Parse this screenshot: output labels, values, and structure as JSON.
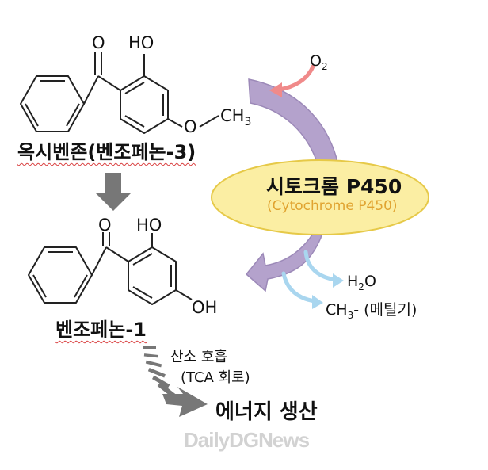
{
  "compound1": {
    "name": "옥시벤존(벤조페논-3)",
    "atom_o": "O",
    "atom_ho": "HO",
    "atom_o2": "O",
    "atom_ch": "CH",
    "atom_ch_sub": "3"
  },
  "compound2": {
    "name": "벤조페논-1",
    "atom_o": "O",
    "atom_ho": "HO",
    "atom_oh": "OH"
  },
  "enzyme": {
    "name": "시토크롬 P450",
    "subtitle": "(Cytochrome P450)"
  },
  "o2_label": {
    "main": "O",
    "sub": "2"
  },
  "water_label": {
    "h": "H",
    "sub": "2",
    "o": "O"
  },
  "methyl_label": {
    "main": "CH",
    "sub": "3",
    "rest": "- (메틸기)"
  },
  "respiration": {
    "line1": "산소 호흡",
    "line2": "(TCA 회로)"
  },
  "energy": "에너지 생산",
  "watermark": "DailyDGNews",
  "colors": {
    "enzyme_fill": "#fbeea3",
    "enzyme_stroke": "#e6c948",
    "purple_arrow": "#b4a2cc",
    "red_arrow": "#f08a8a",
    "blue_arrow": "#a9d6ef",
    "gray_arrow": "#777777",
    "subtitle_text": "#e0a330"
  }
}
